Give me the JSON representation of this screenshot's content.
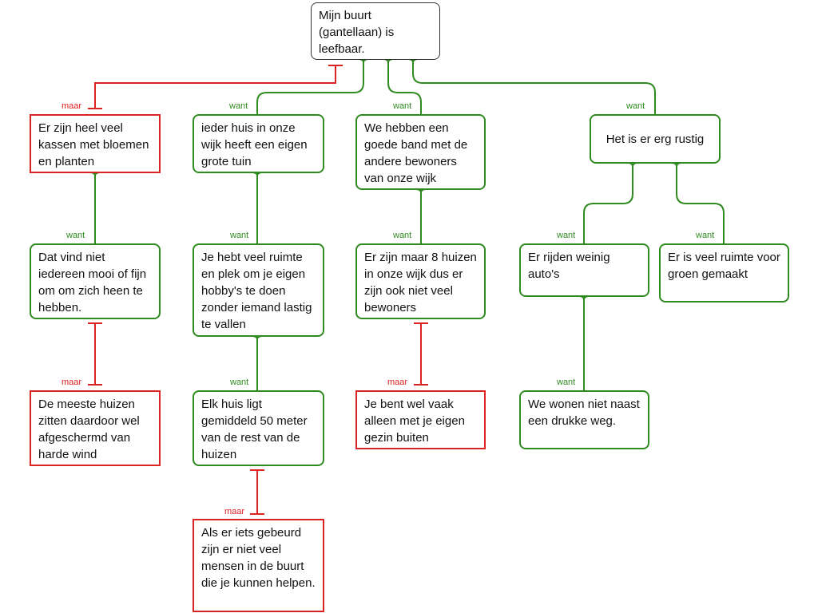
{
  "colors": {
    "pro": "#2f8a1f",
    "con": "#dd2222",
    "root": "#333333"
  },
  "relation_labels": {
    "support": "want",
    "rebuttal": "maar"
  },
  "nodes": {
    "root": "Mijn buurt (gantellaan) is leefbaar.",
    "kassen": "Er zijn heel veel kassen met bloemen en planten",
    "niet_mooi": "Dat vind niet iedereen mooi of fijn om om zich heen te hebben.",
    "afgeschermd": "De meeste huizen zitten daardoor wel afgeschermd van harde wind",
    "tuin": "ieder huis in onze wijk heeft een eigen grote tuin",
    "ruimte_hobby": "Je hebt veel ruimte en plek om je eigen hobby's te doen zonder iemand lastig te vallen",
    "afstand": "Elk huis ligt gemiddeld 50 meter van de rest van de huizen",
    "hulp": "Als er iets gebeurd zijn er niet veel mensen in de buurt die je kunnen helpen.",
    "band": "We hebben een goede band met de andere bewoners van onze wijk",
    "acht_huizen": "Er zijn maar 8 huizen in onze wijk dus er zijn ook niet veel bewoners",
    "alleen": "Je bent wel vaak alleen met je eigen gezin buiten",
    "rustig": "Het is er erg rustig",
    "autos": "Er rijden weinig auto's",
    "drukke_weg": "We wonen niet naast een drukke weg.",
    "groen": "Er is veel ruimte voor groen gemaakt"
  }
}
